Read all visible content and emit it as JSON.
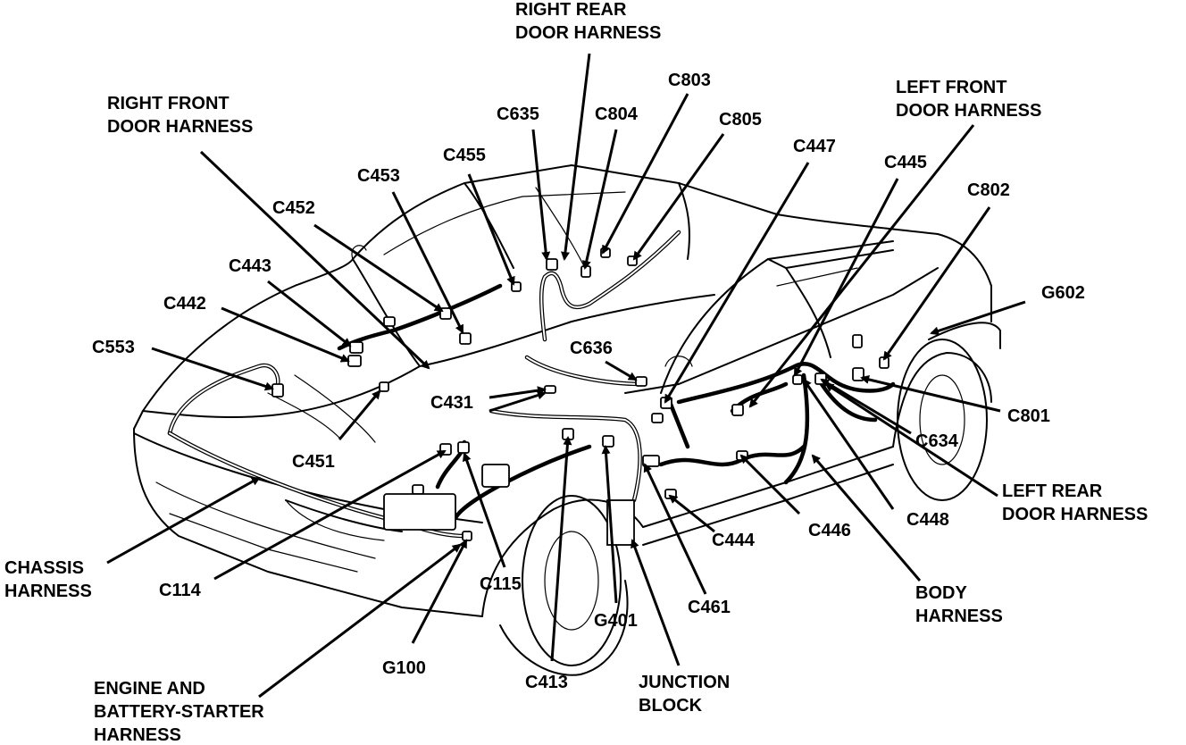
{
  "labels": {
    "right_rear_door_harness": [
      "RIGHT REAR",
      "DOOR HARNESS"
    ],
    "right_front_door_harness": [
      "RIGHT FRONT",
      "DOOR HARNESS"
    ],
    "left_front_door_harness": [
      "LEFT FRONT",
      "DOOR HARNESS"
    ],
    "left_rear_door_harness": [
      "LEFT REAR",
      "DOOR HARNESS"
    ],
    "chassis_harness": [
      "CHASSIS",
      "HARNESS"
    ],
    "engine_battery_starter_harness": [
      "ENGINE AND",
      "BATTERY-STARTER",
      "HARNESS"
    ],
    "body_harness": [
      "BODY",
      "HARNESS"
    ],
    "junction_block": [
      "JUNCTION",
      "BLOCK"
    ],
    "c803": "C803",
    "c635": "C635",
    "c804": "C804",
    "c805": "C805",
    "c455": "C455",
    "c453": "C453",
    "c452": "C452",
    "c443": "C443",
    "c442": "C442",
    "c553": "C553",
    "c451": "C451",
    "c431": "C431",
    "c636": "C636",
    "c447": "C447",
    "c445": "C445",
    "c802": "C802",
    "g602": "G602",
    "c801": "C801",
    "c634": "C634",
    "c448": "C448",
    "c446": "C446",
    "c444": "C444",
    "c461": "C461",
    "g401": "G401",
    "c413": "C413",
    "c115": "C115",
    "c114": "C114",
    "g100": "G100"
  }
}
